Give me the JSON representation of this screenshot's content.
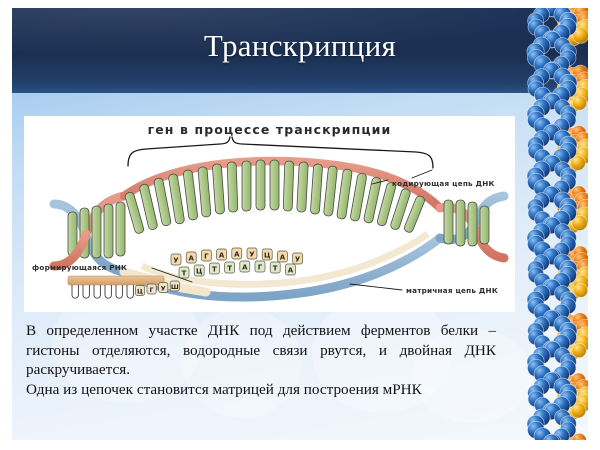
{
  "slide": {
    "title": "Транскрипция",
    "colors": {
      "header_dark": "#1d3257",
      "header_light": "#2b5288",
      "body_top": "#a9cdf0",
      "body_bottom": "#f4f8fd",
      "title_text": "#ffffff",
      "body_text": "#131313",
      "dna_blue": "#1f5fb4",
      "dna_orange": "#ef7c10",
      "dna_yellow": "#f5b519",
      "helix_salmon": "#e08a78",
      "helix_blue": "#8fb4d6",
      "base_green": "#aec98a",
      "rna_tan": "#e0b184"
    }
  },
  "diagram": {
    "caption": "ген в процессе транскрипции",
    "labels": {
      "coding_strand": "кодирующая цепь ДНК",
      "forming_rna": "формирующаяся РНК",
      "template_strand": "матричная цепь ДНК"
    },
    "rna_bases": [
      "У",
      "А",
      "Г",
      "А",
      "А",
      "У",
      "Ц",
      "А",
      "У"
    ],
    "dna_template_bases": [
      "Т",
      "Ц",
      "Т",
      "Т",
      "А",
      "Г",
      "Т",
      "А"
    ],
    "rna_tail_bases": [
      "Ц",
      "Г",
      "У",
      "Ш"
    ]
  },
  "content": {
    "paragraphs": [
      "В определенном участке ДНК под действием ферментов белки – гистоны отделяются, водородные связи рвутся, и двойная ДНК раскручивается.",
      "Одна из цепочек становится матрицей для построения мРНК"
    ]
  }
}
